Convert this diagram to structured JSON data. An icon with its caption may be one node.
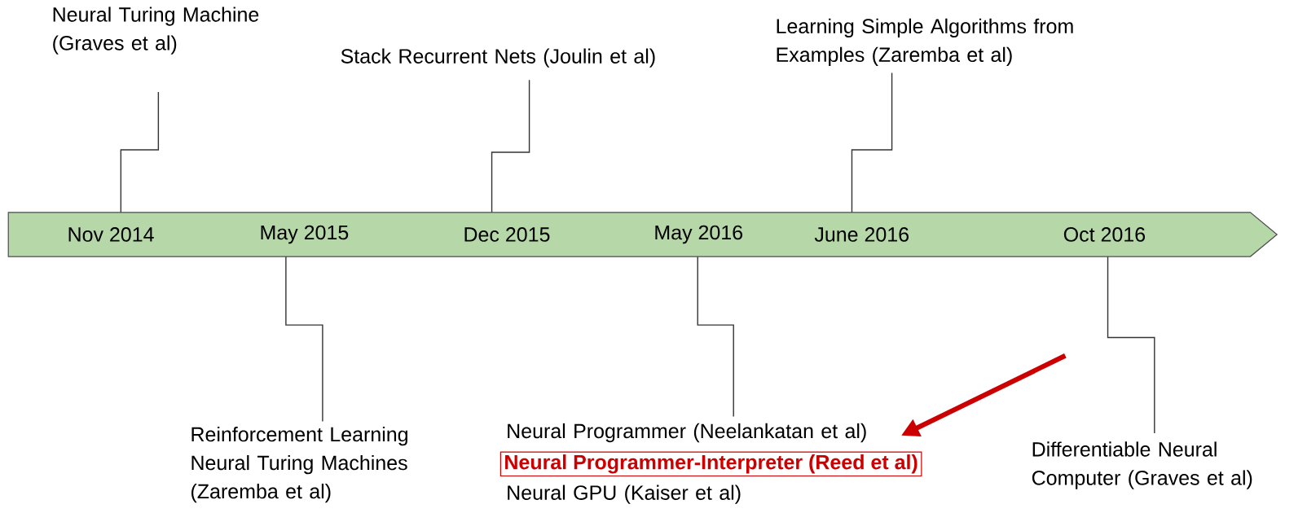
{
  "diagram": {
    "nodes": [
      {
        "text": [],
        "shape": "arrow"
      },
      {
        "text": [
          "Nov 2014"
        ],
        "in": 0
      },
      {
        "text": [
          "May 2015"
        ],
        "in": 0
      },
      {
        "text": [
          "Dec 2015"
        ],
        "in": 0
      },
      {
        "text": [
          "May 2016"
        ],
        "in": 0
      },
      {
        "text": [
          "June 2016"
        ],
        "in": 0
      },
      {
        "text": [
          "Oct 2016"
        ],
        "in": 0
      },
      {
        "text": [
          "Neural Turing Machine (Graves et al)"
        ]
      },
      {
        "text": [
          "Stack Recurrent Nets (Joulin et al)"
        ]
      },
      {
        "text": [
          "Learning Simple Algorithms from Examples (Zaremba et al)"
        ]
      },
      {
        "text": [
          "Reinforcement Learning Neural Turing Machines (Zaremba et al)"
        ]
      },
      {
        "text": [
          "Neural Programmer (Neelankatan et al)"
        ]
      },
      {
        "text": [
          "Neural Programmer-Interpreter (Reed et al)"
        ]
      },
      {
        "text": [
          "Neural GPU (Kaiser et al)"
        ]
      },
      {
        "text": [
          "Differentiable Neural Computer (Graves et al)"
        ]
      }
    ],
    "edges": [
      {
        "from": 1,
        "to": 7,
        "arrow": "none"
      },
      {
        "from": 2,
        "to": 10,
        "arrow": "none"
      },
      {
        "from": 3,
        "to": 8,
        "arrow": "none"
      },
      {
        "from": 5,
        "to": 9,
        "arrow": "none"
      },
      {
        "from": 4,
        "to": 11,
        "arrow": "none"
      },
      {
        "from": 6,
        "to": 14,
        "arrow": "none"
      },
      {
        "from": null,
        "to": 12,
        "arrow": "to",
        "style": "thick",
        "color": "#cc0000"
      }
    ]
  }
}
